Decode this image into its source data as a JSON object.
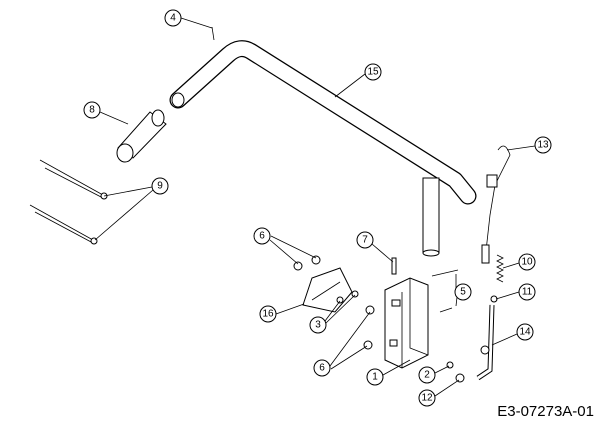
{
  "diagram": {
    "callouts": {
      "c4": "4",
      "c15": "15",
      "c8": "8",
      "c9": "9",
      "c13": "13",
      "c10": "10",
      "c11": "11",
      "c14": "14",
      "c7": "7",
      "c6a": "6",
      "c16": "16",
      "c3": "3",
      "c5": "5",
      "c6b": "6",
      "c1": "1",
      "c2": "2",
      "c12": "12"
    },
    "drawing_code": "E3-07273A-01"
  }
}
